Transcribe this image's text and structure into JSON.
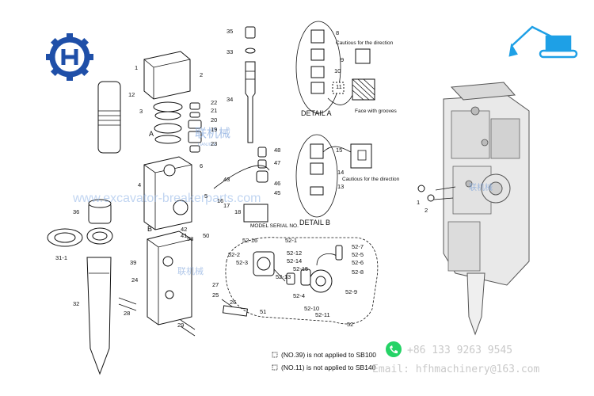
{
  "logo": {
    "icon": "gear-logo-icon",
    "color": "#1f4fa8"
  },
  "excavator_icon": {
    "icon": "excavator-icon",
    "color": "#1ea0e6"
  },
  "watermark": {
    "url": "www.excavator-breakerparts.com",
    "brand": "联机械",
    "brand_sub": "LIANJIXIE"
  },
  "part_labels": [
    "1",
    "2",
    "3",
    "4",
    "6",
    "12",
    "16",
    "17",
    "18",
    "19",
    "20",
    "21",
    "22",
    "23",
    "24",
    "25",
    "26",
    "27",
    "28",
    "29",
    "32",
    "33",
    "34",
    "35",
    "36",
    "39",
    "41",
    "42",
    "43",
    "45",
    "46",
    "47",
    "48",
    "50",
    "51",
    "52",
    "53",
    "31-1",
    "A",
    "B",
    "5",
    "52-1",
    "52-2",
    "52-3",
    "52-4",
    "52-5",
    "52-6",
    "52-7",
    "52-8",
    "52-9",
    "52-10",
    "52-11",
    "52-12",
    "52-13",
    "52-14",
    "52-15",
    "52-16"
  ],
  "detail_a": {
    "title": "DETAIL A",
    "caution": "Cautious for the direction",
    "face_note": "Face with grooves",
    "nums": [
      "8",
      "9",
      "10",
      "11"
    ]
  },
  "detail_b": {
    "title": "DETAIL B",
    "caution": "Cautious for the direction",
    "nums": [
      "13",
      "14",
      "15"
    ]
  },
  "model_serial": "MODEL SERIAL NO.",
  "notes": [
    "(NO.39) is not applied to SB100",
    "(NO.11) is not applied to SB140"
  ],
  "contact": {
    "phone_icon": "whatsapp-icon",
    "phone": "+86 133 9263 9545",
    "email": "Email: hfhmachinery@163.com"
  },
  "photo": {
    "brand": "联机械"
  }
}
